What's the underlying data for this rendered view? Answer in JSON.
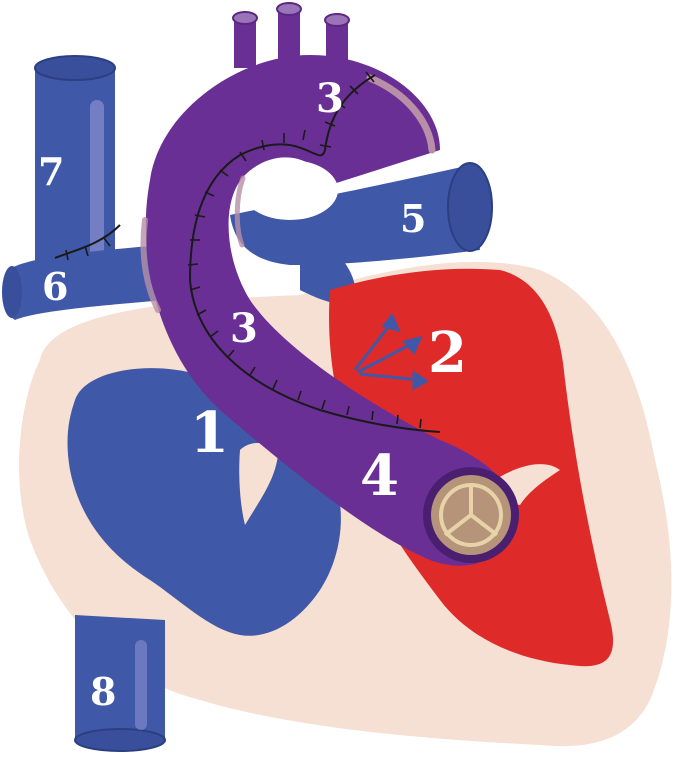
{
  "labels": {
    "l1": "1",
    "l2": "2",
    "l3_top": "3",
    "l3_mid": "3",
    "l4": "4",
    "l5": "5",
    "l6": "6",
    "l7": "7",
    "l8": "8"
  },
  "colors": {
    "pericardium": "#f6dfd3",
    "venous_blue": "#3f58a8",
    "vessel_highlight": "#8b8fd0",
    "arterial_red": "#df2a2a",
    "conduit_purple": "#6a2f94",
    "conduit_highlight": "#b98fa8",
    "valve": "#c9a97a",
    "label_text": "#ffffff"
  }
}
